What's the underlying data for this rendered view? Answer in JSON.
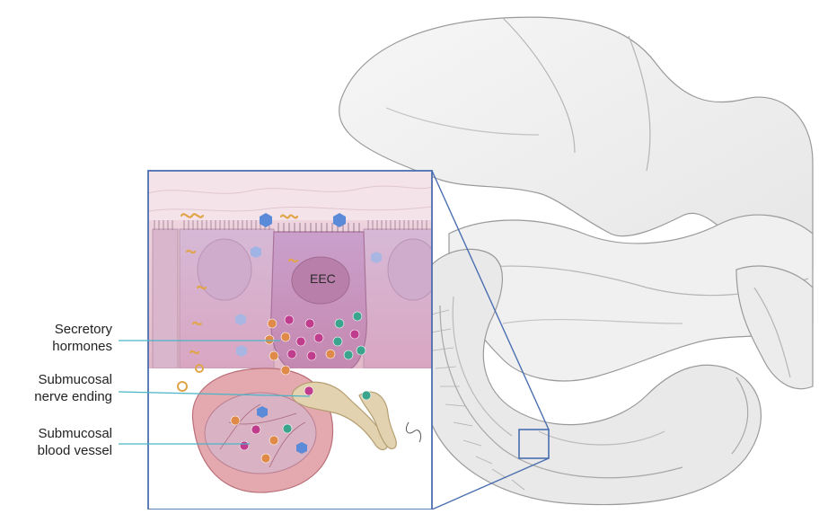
{
  "labels": {
    "secretory_hormones": [
      "Secretory",
      "hormones"
    ],
    "submucosal_nerve_ending": [
      "Submucosal",
      "nerve ending"
    ],
    "submucosal_blood_vessel": [
      "Submucosal",
      "blood vessel"
    ],
    "eec": "EEC"
  },
  "colors": {
    "frame": "#4a6fb0",
    "leader_line": "#4bb3c6",
    "epithelium": "#e7c6d2",
    "eec_cell": "#c98fb8",
    "vessel": "#e4a9ae",
    "nerve": "#e2d2b0",
    "intestine_outline": "#8a8a8a",
    "hormone_orange": "#e08a4a",
    "hormone_magenta": "#c03c8c",
    "hormone_teal": "#3aa48c",
    "hexagon_blue": "#5a8ad8"
  }
}
